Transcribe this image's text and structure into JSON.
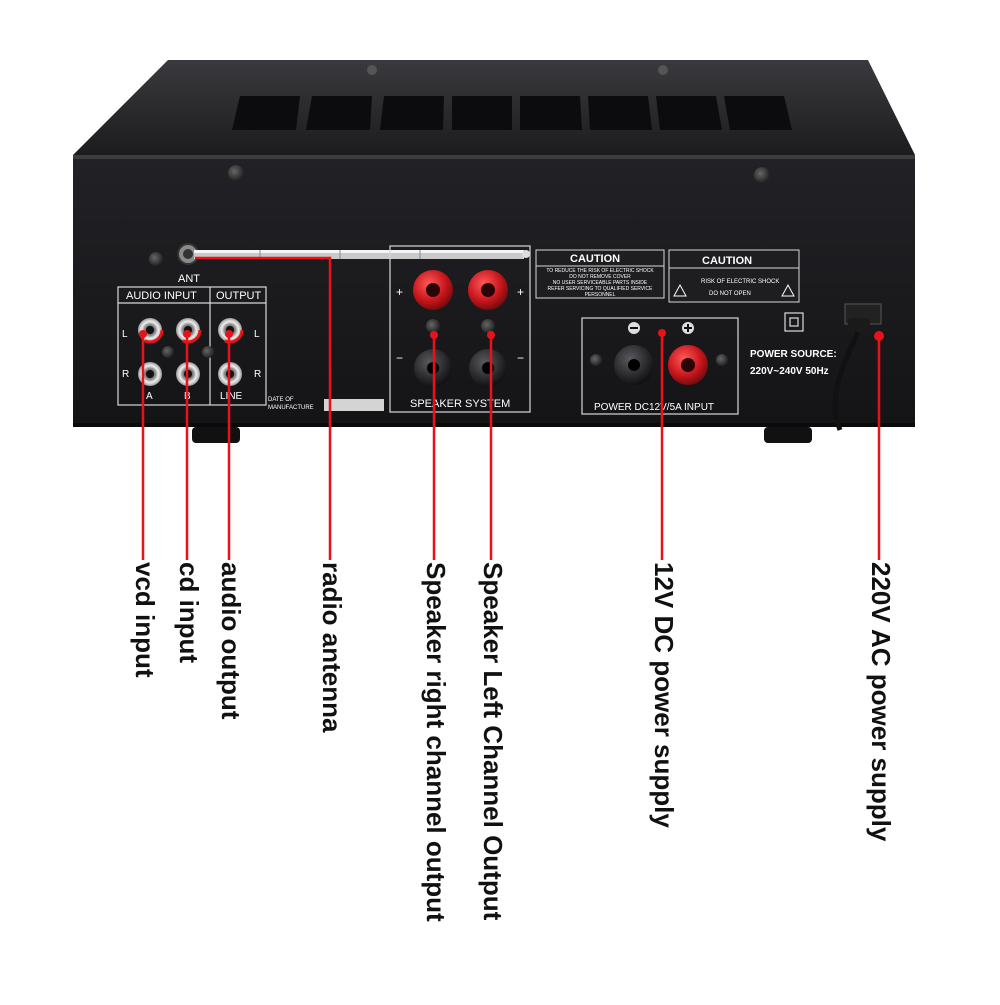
{
  "panel": {
    "ant_label": "ANT",
    "audio_input_label": "AUDIO INPUT",
    "output_label": "OUTPUT",
    "jack_L": "L",
    "jack_R": "R",
    "jack_A": "A",
    "jack_B": "B",
    "jack_line": "LINE",
    "date_label_1": "DATE OF",
    "date_label_2": "MANUFACTURE",
    "speaker_system_label": "SPEAKER SYSTEM",
    "plus_sign": "+",
    "minus_sign": "−",
    "caution_left_title": "CAUTION",
    "caution_left_lines": [
      "TO REDUCE THE RISK OF ELECTRIC SHOCK",
      "DO NOT REMOVE COVER",
      "NO USER SERVICEABLE PARTS INSIDE",
      "REFER SERVICING TO QUALIFIED SERVICE",
      "PERSONNEL"
    ],
    "caution_right_title": "CAUTION",
    "caution_right_line1": "RISK OF ELECTRIC SHOCK",
    "caution_right_line2": "DO NOT OPEN",
    "power_dc_label": "POWER DC12V/5A INPUT",
    "power_source_label": "POWER SOURCE:",
    "power_source_value": "220V~240V 50Hz"
  },
  "callouts": {
    "vcd": "vcd input",
    "cd": "cd input",
    "audio_out": "audio output",
    "radio": "radio antenna",
    "spk_right": "Speaker right channel output",
    "spk_left": "Speaker Left Channel Output",
    "dc": "12V DC power supply",
    "ac": "220V AC power supply"
  },
  "colors": {
    "callout_line": "#e8121a",
    "callout_dot": "#e8121a",
    "chassis": "#1a1a1c",
    "terminal_red": "#c8161c"
  }
}
